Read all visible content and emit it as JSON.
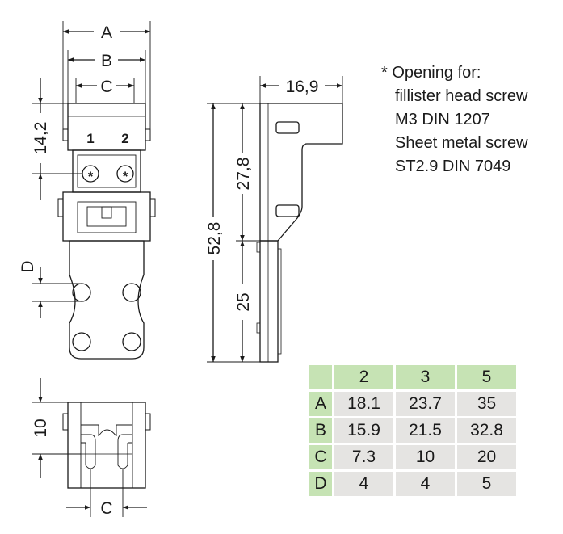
{
  "dimensions": {
    "A": "A",
    "B": "B",
    "C": "C",
    "D": "D",
    "height_14_2": "14,2",
    "width_16_9": "16,9",
    "height_27_8": "27,8",
    "height_52_8": "52,8",
    "height_25": "25",
    "height_10": "10",
    "bottom_C": "C"
  },
  "labels": {
    "pos1": "1",
    "pos2": "2",
    "star1": "*",
    "star2": "*"
  },
  "note": {
    "star": "*",
    "lines": [
      "Opening for:",
      "fillister head screw",
      "M3 DIN 1207",
      "Sheet metal screw",
      "ST2.9 DIN 7049"
    ]
  },
  "table": {
    "columns": [
      "2",
      "3",
      "5"
    ],
    "rows": [
      {
        "label": "A",
        "values": [
          "18.1",
          "23.7",
          "35"
        ]
      },
      {
        "label": "B",
        "values": [
          "15.9",
          "21.5",
          "32.8"
        ]
      },
      {
        "label": "C",
        "values": [
          "7.3",
          "10",
          "20"
        ]
      },
      {
        "label": "D",
        "values": [
          "4",
          "4",
          "5"
        ]
      }
    ]
  },
  "colors": {
    "table_header": "#c6e3b4",
    "table_cell": "#e5e4e2",
    "line": "#1a1a1a"
  }
}
